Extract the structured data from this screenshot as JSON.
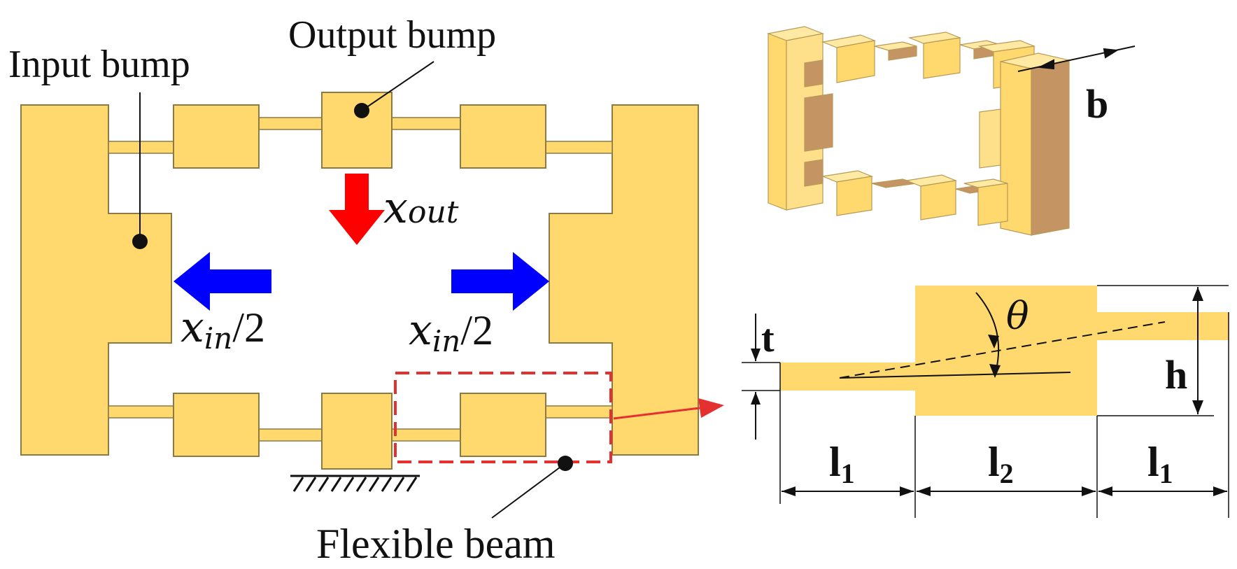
{
  "labels": {
    "output_bump": "Output bump",
    "input_bump": "Input bump",
    "flexible_beam": "Flexible beam",
    "x_out_base": "x",
    "x_out_sub": "out",
    "x_in_left_base": "x",
    "x_in_left_sub": "in",
    "x_in_left_tail": "/2",
    "x_in_right_base": "x",
    "x_in_right_sub": "in",
    "x_in_right_tail": "/2",
    "b": "b",
    "t": "t",
    "h": "h",
    "theta": "θ",
    "l1_left_base": "l",
    "l1_left_sub": "1",
    "l2_base": "l",
    "l2_sub": "2",
    "l1_right_base": "l",
    "l1_right_sub": "1"
  },
  "colors": {
    "body_fill": "#FFD96E",
    "body_stroke": "#8C7A45",
    "side_shade": "#C49563",
    "output_arrow": "#FF0000",
    "input_arrow": "#0000FF",
    "highlight": "#E53030",
    "ink": "#111111"
  }
}
